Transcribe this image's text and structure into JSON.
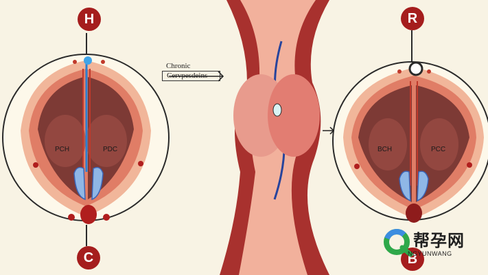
{
  "labels": {
    "top_left": "H",
    "top_right": "R",
    "bottom_left": "C",
    "bottom_right": "B"
  },
  "left_panel": {
    "region_left": "PCH",
    "region_right": "PDC"
  },
  "right_panel": {
    "region_left": "BCH",
    "region_right": "PCC"
  },
  "callout": {
    "line1": "Chronic",
    "line2": "Cervpesdeins"
  },
  "watermark": {
    "brand": "帮孕网",
    "sub": "NGYUNWANG"
  },
  "colors": {
    "background": "#f8f3e4",
    "badge": "#a51d1d",
    "tissue_outer": "#f1b69a",
    "tissue_dark": "#8a2a2a",
    "cavity": "#7d3a35",
    "vessel_blue": "#2a7fd1",
    "green_logo": "#2fa84a"
  }
}
